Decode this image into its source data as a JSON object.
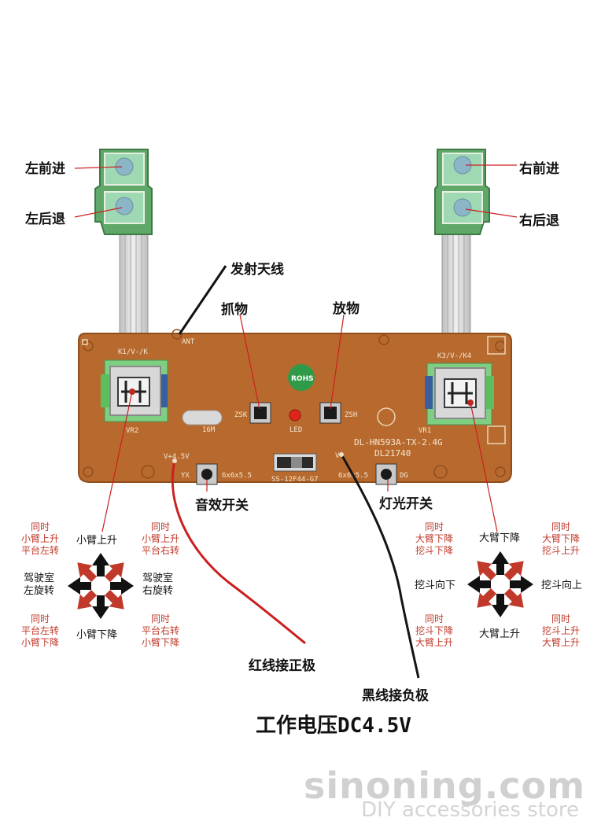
{
  "remote_labels": {
    "left_forward": "左前进",
    "left_backward": "左后退",
    "right_forward": "右前进",
    "right_backward": "右后退",
    "antenna": "发射天线",
    "grab": "抓物",
    "release": "放物",
    "sound_switch": "音效开关",
    "light_switch": "灯光开关",
    "red_wire": "红线接正极",
    "black_wire": "黑线接负极",
    "voltage": "工作电压DC4.5V"
  },
  "left_stick": {
    "up": "小臂上升",
    "down": "小臂下降",
    "left": "驾驶室\n左旋转",
    "right": "驾驶室\n右旋转",
    "up_left": "同时\n小臂上升\n平台左转",
    "up_right": "同时\n小臂上升\n平台右转",
    "down_left": "同时\n平台左转\n小臂下降",
    "down_right": "同时\n平台右转\n小臂下降"
  },
  "right_stick": {
    "up": "大臂下降",
    "down": "大臂上升",
    "left": "挖斗向下",
    "right": "挖斗向上",
    "up_left": "同时\n大臂下降\n挖斗下降",
    "up_right": "同时\n大臂下降\n挖斗上升",
    "down_left": "同时\n挖斗下降\n大臂上升",
    "down_right": "同时\n挖斗上升\n大臂上升"
  },
  "pcb_text": {
    "ant": "ANT",
    "left_module": "K1/V-/K",
    "right_module": "K3/V-/K4",
    "vr2": "VR2",
    "vr1": "VR1",
    "v_plus": "V+4.5V",
    "v_minus": "V-",
    "crystal_freq": "16M",
    "zsk": "ZSK",
    "zsh": "ZSH",
    "led": "LED",
    "model": "DL-HN593A-TX-2.4G",
    "code": "DL21740",
    "switch": "SS-12F44-G7",
    "yx": "YX",
    "dg": "DG",
    "btn_size": "6x6x5.5",
    "rohs": "ROHS"
  },
  "colors": {
    "pcb": "#b86a2e",
    "pcb_edge": "#8f4d1c",
    "module_green": "#6ec48a",
    "arrow_dark": "#111111",
    "arrow_red": "#c0392b",
    "red_wire": "#cc1f1f",
    "black_wire": "#151515"
  },
  "watermark": {
    "brand": "sinoning.com",
    "tagline": "DIY accessories store"
  }
}
